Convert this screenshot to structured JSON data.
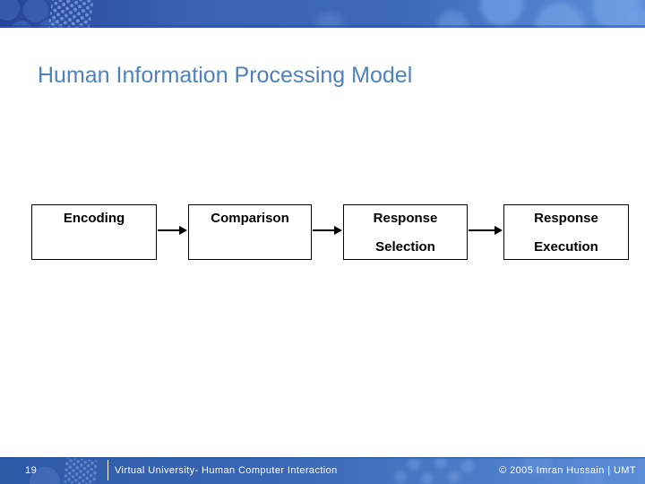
{
  "slide": {
    "title": "Human Information Processing Model"
  },
  "diagram": {
    "boxes": [
      {
        "line1": "Encoding",
        "line2": ""
      },
      {
        "line1": "Comparison",
        "line2": ""
      },
      {
        "line1": "Response",
        "line2": "Selection"
      },
      {
        "line1": "Response",
        "line2": "Execution"
      }
    ]
  },
  "footer": {
    "page_number": "19",
    "course": "Virtual University- Human Computer Interaction",
    "copyright": "© 2005 Imran Hussain | UMT"
  },
  "icons": {
    "flow_arrow": "right-arrow",
    "banner_decoration": "bubble-circles-and-dots"
  },
  "colors": {
    "title-blue": "#4E81BD",
    "banner-dark": "#27459A",
    "banner-mid": "#3A62B4",
    "banner-light": "#5C90DA",
    "footer-dark": "#2E59A6",
    "footer-light": "#5C8ED8",
    "box-border": "#000000",
    "box-text": "#000000"
  }
}
